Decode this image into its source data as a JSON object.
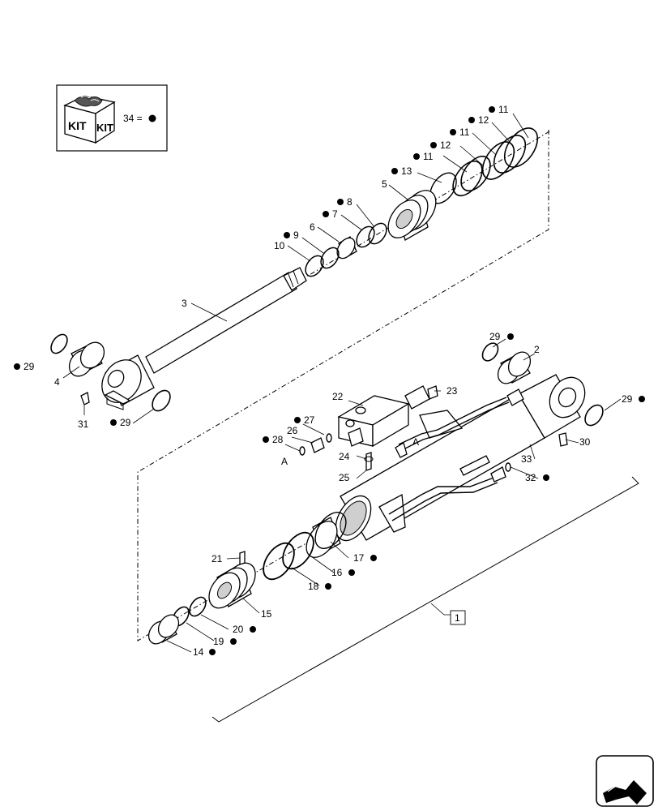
{
  "kit_legend": {
    "box_text_left": "KIT",
    "box_text_right": "KIT",
    "label": "34 ="
  },
  "callouts": [
    {
      "num": "11",
      "dot": true
    },
    {
      "num": "12",
      "dot": true
    },
    {
      "num": "11",
      "dot": true
    },
    {
      "num": "12",
      "dot": true
    },
    {
      "num": "11",
      "dot": true
    },
    {
      "num": "13",
      "dot": true
    },
    {
      "num": "5",
      "dot": false
    },
    {
      "num": "8",
      "dot": true
    },
    {
      "num": "7",
      "dot": true
    },
    {
      "num": "6",
      "dot": false
    },
    {
      "num": "9",
      "dot": true
    },
    {
      "num": "10",
      "dot": false
    },
    {
      "num": "3",
      "dot": false
    },
    {
      "num": "29",
      "dot": true
    },
    {
      "num": "4",
      "dot": false
    },
    {
      "num": "31",
      "dot": false
    },
    {
      "num": "29",
      "dot": true
    },
    {
      "num": "29",
      "dot": true
    },
    {
      "num": "2",
      "dot": false
    },
    {
      "num": "22",
      "dot": false
    },
    {
      "num": "23",
      "dot": false
    },
    {
      "num": "29",
      "dot": true
    },
    {
      "num": "27",
      "dot": true
    },
    {
      "num": "26",
      "dot": false
    },
    {
      "num": "28",
      "dot": true
    },
    {
      "num": "30",
      "dot": false
    },
    {
      "num": "33",
      "dot": false
    },
    {
      "num": "24",
      "dot": false
    },
    {
      "num": "32",
      "dot": true
    },
    {
      "num": "25",
      "dot": false
    },
    {
      "num": "21",
      "dot": false
    },
    {
      "num": "17",
      "dot": true
    },
    {
      "num": "16",
      "dot": true
    },
    {
      "num": "18",
      "dot": true
    },
    {
      "num": "15",
      "dot": false
    },
    {
      "num": "20",
      "dot": true
    },
    {
      "num": "19",
      "dot": true
    },
    {
      "num": "14",
      "dot": true
    },
    {
      "num": "1",
      "dot": false
    }
  ],
  "connection_labels": [
    "A",
    "A"
  ],
  "nav_icon": "next-page-arrow-icon"
}
